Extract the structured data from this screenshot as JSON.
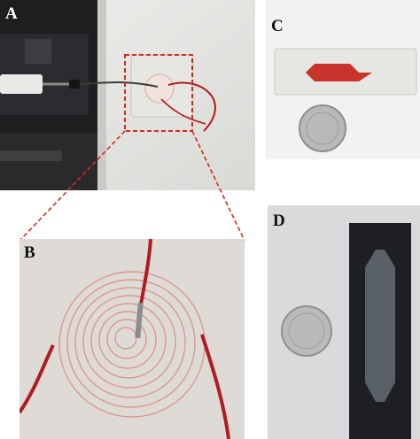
{
  "panels": {
    "a": {
      "label": "A"
    },
    "b": {
      "label": "B"
    },
    "c": {
      "label": "C"
    },
    "d": {
      "label": "D"
    }
  },
  "colors": {
    "highlight_box": "#d42a1e",
    "label_a": "#ffffff",
    "label_b": "#111111",
    "label_c": "#111111",
    "label_d": "#ffffff",
    "tubing": "#b01c22",
    "coil": "#d99a8f"
  }
}
